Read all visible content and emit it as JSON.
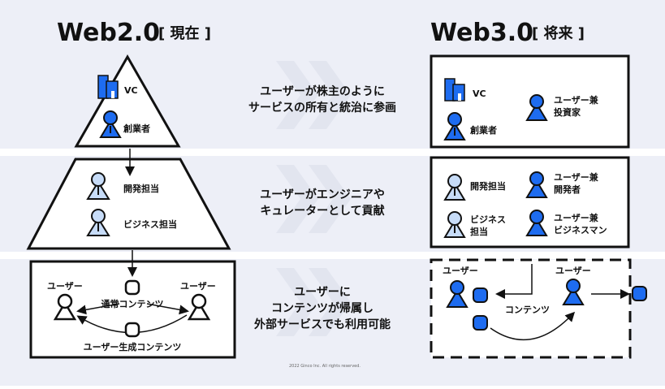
{
  "left": {
    "title": "Web2.0",
    "bracket": "[ 現在 ]",
    "top": {
      "vc": "VC",
      "founder": "創業者"
    },
    "middle": {
      "dev": "開発担当",
      "biz": "ビジネス担当"
    },
    "bottom": {
      "user_left": "ユーザー",
      "user_right": "ユーザー",
      "content": "通常コンテンツ",
      "ugc": "ユーザー生成コンテンツ"
    }
  },
  "right": {
    "title": "Web3.0",
    "bracket": "[ 将来 ]",
    "top": {
      "vc": "VC",
      "founder": "創業者",
      "user_investor": [
        "ユーザー兼",
        "投資家"
      ]
    },
    "middle": {
      "dev": "開発担当",
      "biz": [
        "ビジネス",
        "担当"
      ],
      "user_dev": [
        "ユーザー兼",
        "開発者"
      ],
      "user_biz": [
        "ユーザー兼",
        "ビジネスマン"
      ]
    },
    "bottom": {
      "user_left": "ユーザー",
      "user_right": "ユーザー",
      "content": "コンテンツ"
    }
  },
  "center": {
    "row1": [
      "ユーザーが株主のように",
      "サービスの所有と統治に参画"
    ],
    "row2": [
      "ユーザーがエンジニアや",
      "キュレーターとして貢献"
    ],
    "row3": [
      "ユーザーに",
      "コンテンツが帰属し",
      "外部サービスでも利用可能"
    ]
  },
  "copyright": "2022 Ginco Inc. All rights reserved.",
  "colors": {
    "band": "#edeff7",
    "blue": "#1e6cf0",
    "light_blue": "#c7dcf8",
    "chevron": "#e2e5ef",
    "ink": "#111111"
  }
}
